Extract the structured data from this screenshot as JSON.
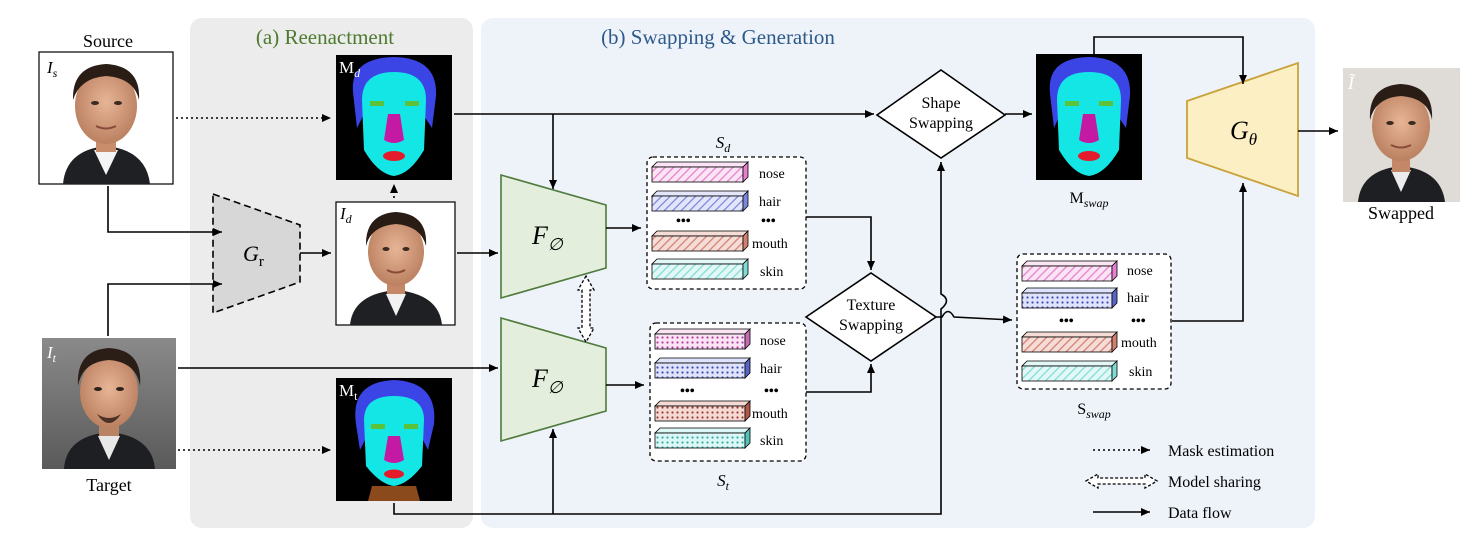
{
  "panels": {
    "reenactment": "(a) Reenactment",
    "swapping": "(b) Swapping & Generation"
  },
  "inputs": {
    "source": {
      "caption": "Source",
      "tag": "I",
      "sub": "s"
    },
    "target": {
      "caption": "Target",
      "tag": "I",
      "sub": "t"
    },
    "driven": {
      "tag": "I",
      "sub": "d"
    },
    "output": {
      "caption": "Swapped",
      "tag": "Ĩ"
    }
  },
  "masks": {
    "md": {
      "tag": "M",
      "sub": "d"
    },
    "mt": {
      "tag": "M",
      "sub": "t"
    },
    "mswap": {
      "tag": "M",
      "sub": "swap"
    }
  },
  "modules": {
    "gr": {
      "tag": "G",
      "sub": "r"
    },
    "f_top": {
      "tag": "F",
      "sub": "∅"
    },
    "f_bottom": {
      "tag": "F",
      "sub": "∅"
    },
    "g_theta": {
      "tag": "G",
      "sub": "θ"
    },
    "shape_swap": [
      "Shape",
      "Swapping"
    ],
    "texture_swap": [
      "Texture",
      "Swapping"
    ]
  },
  "style_sets": {
    "sd": {
      "tag": "S",
      "sub": "d",
      "items": [
        "nose",
        "hair",
        "•••",
        "mouth",
        "skin"
      ]
    },
    "st": {
      "tag": "S",
      "sub": "t",
      "items": [
        "nose",
        "hair",
        "•••",
        "mouth",
        "skin"
      ]
    },
    "sswap": {
      "tag": "S",
      "sub": "swap",
      "items": [
        "nose",
        "hair",
        "•••",
        "mouth",
        "skin"
      ]
    }
  },
  "legend": {
    "mask": "Mask estimation",
    "sharing": "Model sharing",
    "flow": "Data flow"
  },
  "colors": {
    "panel_a": "#ececec",
    "panel_b": "#eef3fa",
    "panel_a_title": "#4e7a2e",
    "panel_b_title": "#2e5a8a",
    "encoder": "#e3efdc",
    "encoder_stroke": "#4f7a3c",
    "generator": "#fcefc4",
    "generator_stroke": "#c9a23a",
    "nose": "#ef9fd9",
    "hair": "#9aa4e8",
    "mouth": "#e09a8e",
    "skin": "#a6ece6"
  }
}
